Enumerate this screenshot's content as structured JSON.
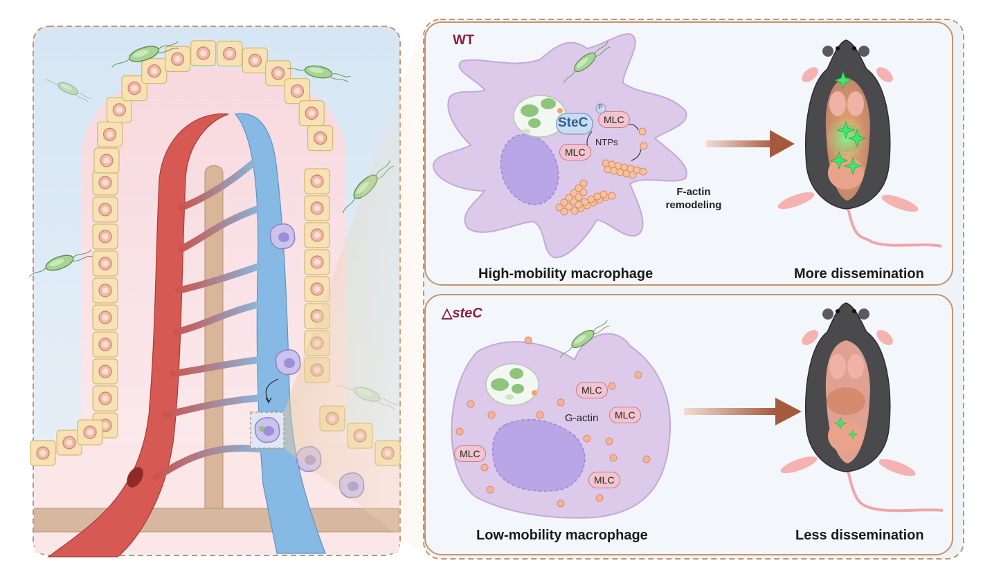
{
  "panels": {
    "wt": {
      "tag": "WT",
      "macrophage_caption": "High-mobility macrophage",
      "outcome_caption": "More dissemination",
      "effector": "SteC",
      "phospho": "P",
      "mlc_labels": [
        "MLC",
        "MLC"
      ],
      "ntps": "NTPs",
      "factin_line1": "F-actin",
      "factin_line2": "remodeling"
    },
    "mutant": {
      "tag_symbol": "△",
      "tag_gene": "steC",
      "macrophage_caption": "Low-mobility macrophage",
      "outcome_caption": "Less dissemination",
      "gactin": "G-actin",
      "mlc_labels": [
        "MLC",
        "MLC",
        "MLC",
        "MLC"
      ]
    }
  },
  "colors": {
    "panel_border": "#c8926a",
    "tag": "#8a1f3c",
    "cell_fill": "#ddc9ea",
    "nucleus": "#b8a6e6",
    "bacteria": "#8fc47d",
    "arrow": "#a65a3c",
    "artery": "#d9534f",
    "vein": "#7fb6e0",
    "epithelium": "#f3dca6",
    "glow": "#3ee870"
  },
  "icons": [
    "bacterium-icon",
    "macrophage-icon",
    "mouse-icon",
    "arrow-icon",
    "villus-icon"
  ]
}
